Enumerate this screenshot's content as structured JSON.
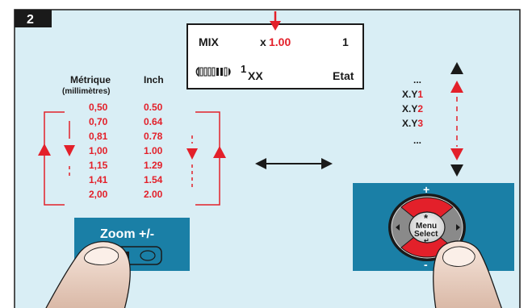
{
  "step_badge": "2",
  "lcd": {
    "mode": "MIX",
    "zoom_prefix": "x",
    "zoom_value": "1.00",
    "counter": "1",
    "signal_superscript": "1",
    "signal_text": "XX",
    "status": "Etat"
  },
  "table": {
    "metric_header": "Métrique",
    "metric_subheader": "(millimètres)",
    "inch_header": "Inch",
    "metric_values": [
      "0,50",
      "0,70",
      "0,81",
      "1,00",
      "1,15",
      "1,41",
      "2,00"
    ],
    "inch_values": [
      "0.50",
      "0.64",
      "0.78",
      "1.00",
      "1.29",
      "1.54",
      "2.00"
    ]
  },
  "list": {
    "top_ellipsis": "...",
    "items": [
      {
        "prefix": "X.Y",
        "number": "1"
      },
      {
        "prefix": "X.Y",
        "number": "2"
      },
      {
        "prefix": "X.Y",
        "number": "3"
      }
    ],
    "bottom_ellipsis": "..."
  },
  "zoom_panel": {
    "label": "Zoom +/-"
  },
  "nav_panel": {
    "plus": "+",
    "minus": "-",
    "asterisk": "*",
    "menu": "Menu",
    "select": "Select",
    "enter_symbol": "↵"
  },
  "colors": {
    "background": "#d9eef5",
    "panel": "#1a7fa6",
    "accent_red": "#e3202a",
    "text_dark": "#1a1a1a"
  }
}
